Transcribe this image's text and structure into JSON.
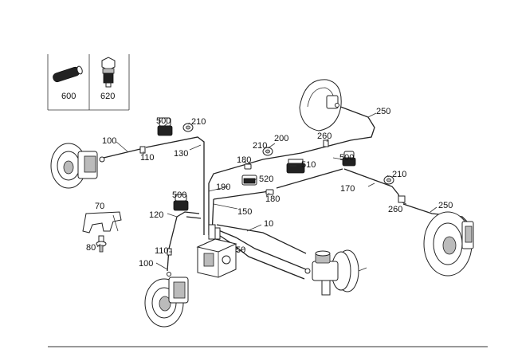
{
  "inset_labels": [
    "600",
    "620"
  ],
  "callouts": [
    {
      "id": "c250a",
      "text": "250"
    },
    {
      "id": "c500a",
      "text": "500"
    },
    {
      "id": "c210a",
      "text": "210"
    },
    {
      "id": "c260a",
      "text": "260"
    },
    {
      "id": "c200",
      "text": "200"
    },
    {
      "id": "c210b",
      "text": "210"
    },
    {
      "id": "c500b",
      "text": "500"
    },
    {
      "id": "c100a",
      "text": "100"
    },
    {
      "id": "c110a",
      "text": "110"
    },
    {
      "id": "c130",
      "text": "130"
    },
    {
      "id": "c180a",
      "text": "180"
    },
    {
      "id": "c510",
      "text": "510"
    },
    {
      "id": "c520",
      "text": "520"
    },
    {
      "id": "c190",
      "text": "190"
    },
    {
      "id": "c180b",
      "text": "180"
    },
    {
      "id": "c210c",
      "text": "210"
    },
    {
      "id": "c170",
      "text": "170"
    },
    {
      "id": "c500c",
      "text": "500"
    },
    {
      "id": "c70",
      "text": "70"
    },
    {
      "id": "c120",
      "text": "120"
    },
    {
      "id": "c150",
      "text": "150"
    },
    {
      "id": "c260b",
      "text": "260"
    },
    {
      "id": "c250b",
      "text": "250"
    },
    {
      "id": "c10",
      "text": "10"
    },
    {
      "id": "c80",
      "text": "80"
    },
    {
      "id": "c110b",
      "text": "110"
    },
    {
      "id": "c50",
      "text": "50"
    },
    {
      "id": "c100b",
      "text": "100"
    }
  ]
}
